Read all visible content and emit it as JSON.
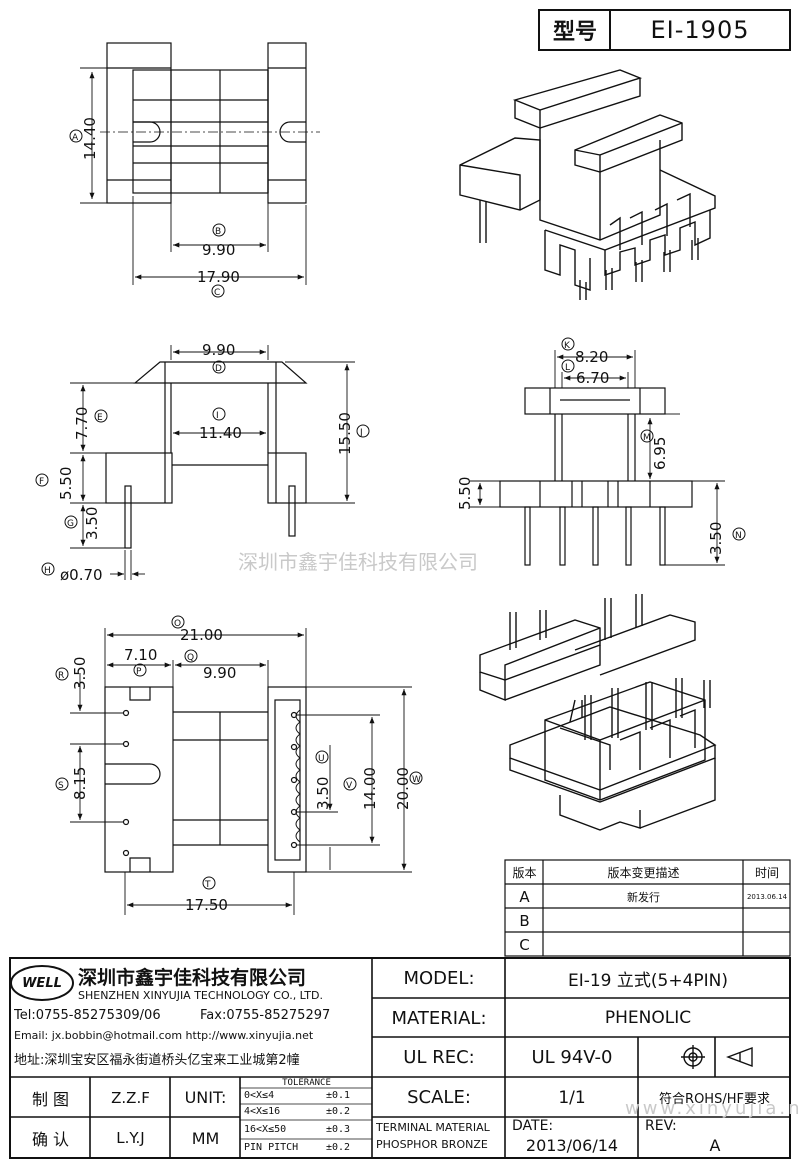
{
  "header": {
    "model_label": "型号",
    "model_value": "EI-1905"
  },
  "watermark": {
    "cn": "深圳市鑫宇佳科技有限公司",
    "url": "www.xinyujia.net"
  },
  "view1": {
    "a_val": "14.40",
    "a_tag": "A",
    "b_val": "9.90",
    "b_tag": "B",
    "c_val": "17.90",
    "c_tag": "C"
  },
  "view2": {
    "d_val": "9.90",
    "d_tag": "D",
    "e_val": "7.70",
    "e_tag": "E",
    "i_val": "11.40",
    "i_tag": "I",
    "j_val": "15.50",
    "j_tag": "J",
    "f_val": "5.50",
    "f_tag": "F",
    "g_val": "3.50",
    "g_tag": "G",
    "h_val": "ø0.70",
    "h_tag": "H"
  },
  "view3": {
    "k_val": "8.20",
    "k_tag": "K",
    "l_val": "6.70",
    "l_tag": "L",
    "m_val": "6.95",
    "m_tag": "M",
    "side_val": "5.50",
    "n_val": "3.50",
    "n_tag": "N"
  },
  "view4": {
    "o_val": "21.00",
    "o_tag": "O",
    "p_val": "7.10",
    "p_tag": "P",
    "q_val": "9.90",
    "q_tag": "Q",
    "r_val": "3.50",
    "r_tag": "R",
    "s_val": "8.15",
    "s_tag": "S",
    "t_val": "17.50",
    "t_tag": "T",
    "u_val": "3.50",
    "u_tag": "U",
    "v_val": "14.00",
    "v_tag": "V",
    "w_val": "20.00",
    "w_tag": "W"
  },
  "revision": {
    "headers": [
      "版本",
      "版本变更描述",
      "时间"
    ],
    "rows": [
      {
        "ver": "A",
        "desc": "新发行",
        "date": "2013.06.14"
      },
      {
        "ver": "B",
        "desc": "",
        "date": ""
      },
      {
        "ver": "C",
        "desc": "",
        "date": ""
      }
    ]
  },
  "company": {
    "logo_text": "WELL",
    "name_cn": "深圳市鑫宇佳科技有限公司",
    "name_en": "SHENZHEN XINYUJIA TECHNOLOGY CO., LTD.",
    "tel": "Tel:0755-85275309/06",
    "fax": "Fax:0755-85275297",
    "email": "Email: jx.bobbin@hotmail.com http://www.xinyujia.net",
    "address": "地址:深圳宝安区福永街道桥头亿宝来工业城第2幢"
  },
  "titleblock": {
    "model_label": "MODEL:",
    "model_value": "EI-19 立式(5+4PIN)",
    "material_label": "MATERIAL:",
    "material_value": "PHENOLIC",
    "ulrec_label": "UL REC:",
    "ulrec_value": "UL 94V-0",
    "scale_label": "SCALE:",
    "scale_value": "1/1",
    "rohs": "符合ROHS/HF要求",
    "draw_label": "制 图",
    "draw_name": "Z.Z.F",
    "check_label": "确 认",
    "check_name": "L.Y.J",
    "unit_label": "UNIT:",
    "unit_value": "MM",
    "tolerance_title": "TOLERANCE",
    "tolerance_rows": [
      {
        "range": "0<X≤4",
        "tol": "±0.1"
      },
      {
        "range": "4<X≤16",
        "tol": "±0.2"
      },
      {
        "range": "16<X≤50",
        "tol": "±0.3"
      },
      {
        "range": "PIN PITCH",
        "tol": "±0.2"
      }
    ],
    "terminal_label": "TERMINAL MATERIAL",
    "terminal_value": "PHOSPHOR BRONZE",
    "date_label": "DATE:",
    "date_value": "2013/06/14",
    "rev_label": "REV:",
    "rev_value": "A"
  }
}
